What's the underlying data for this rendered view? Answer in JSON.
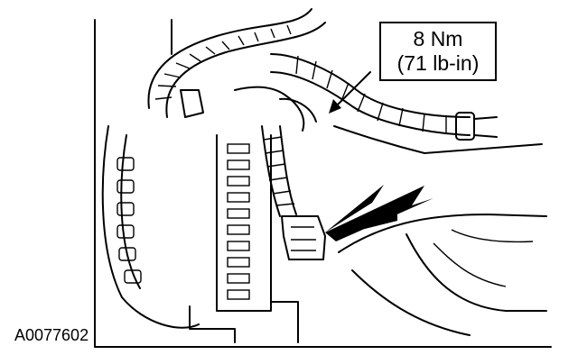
{
  "callout": {
    "torque_nm": "8 Nm",
    "torque_lbin": "(71 lb-in)"
  },
  "figure_id": "A0077602",
  "colors": {
    "line": "#000000",
    "background": "#ffffff"
  }
}
